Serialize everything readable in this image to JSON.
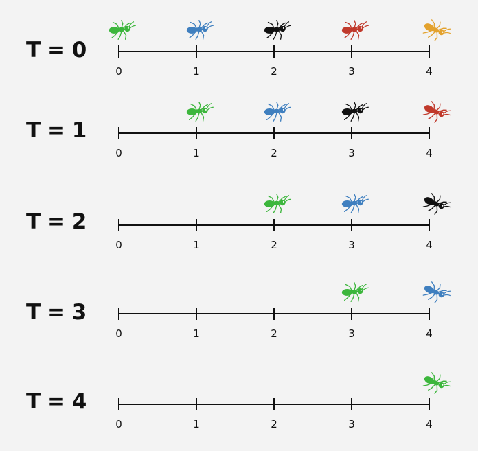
{
  "colors": {
    "green": "#3cb63c",
    "blue": "#3f7fbf",
    "black": "#111111",
    "red": "#c0392b",
    "orange": "#e3a22e",
    "line": "#111111",
    "background": "#f3f3f3"
  },
  "ticks": [
    "0",
    "1",
    "2",
    "3",
    "4"
  ],
  "rows": [
    {
      "label": "T = 0",
      "ants": [
        {
          "color": "green",
          "pos": 0,
          "pose": "walk"
        },
        {
          "color": "blue",
          "pos": 1,
          "pose": "walk"
        },
        {
          "color": "black",
          "pos": 2,
          "pose": "walk"
        },
        {
          "color": "red",
          "pos": 3,
          "pose": "walk"
        },
        {
          "color": "orange",
          "pos": 4,
          "pose": "tilt"
        }
      ]
    },
    {
      "label": "T = 1",
      "ants": [
        {
          "color": "green",
          "pos": 1,
          "pose": "walk"
        },
        {
          "color": "blue",
          "pos": 2,
          "pose": "walk"
        },
        {
          "color": "black",
          "pos": 3,
          "pose": "walk"
        },
        {
          "color": "red",
          "pos": 4,
          "pose": "tilt"
        }
      ]
    },
    {
      "label": "T = 2",
      "ants": [
        {
          "color": "green",
          "pos": 2,
          "pose": "walk"
        },
        {
          "color": "blue",
          "pos": 3,
          "pose": "walk"
        },
        {
          "color": "black",
          "pos": 4,
          "pose": "tilt"
        }
      ]
    },
    {
      "label": "T = 3",
      "ants": [
        {
          "color": "green",
          "pos": 3,
          "pose": "walk"
        },
        {
          "color": "blue",
          "pos": 4,
          "pose": "tilt"
        }
      ]
    },
    {
      "label": "T = 4",
      "ants": [
        {
          "color": "green",
          "pos": 4,
          "pose": "tilt"
        }
      ]
    }
  ]
}
